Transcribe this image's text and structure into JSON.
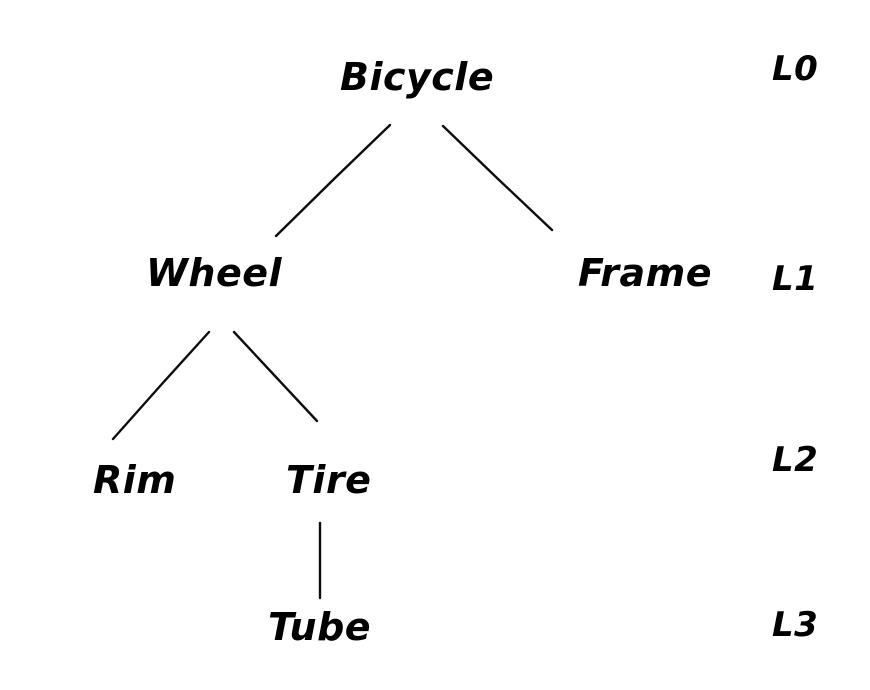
{
  "diagram": {
    "type": "hierarchy-tree",
    "style": "hand-drawn",
    "background_color": "#ffffff",
    "stroke_color": "#0d0d0d",
    "text_color": "#000000",
    "nodes": [
      {
        "id": "bicycle",
        "label": "Bicycle",
        "level": 0
      },
      {
        "id": "wheel",
        "label": "Wheel",
        "level": 1
      },
      {
        "id": "frame",
        "label": "Frame",
        "level": 1
      },
      {
        "id": "rim",
        "label": "Rim",
        "level": 2
      },
      {
        "id": "tire",
        "label": "Tire",
        "level": 2
      },
      {
        "id": "tube",
        "label": "Tube",
        "level": 3
      }
    ],
    "edges": [
      {
        "from": "bicycle",
        "to": "wheel"
      },
      {
        "from": "bicycle",
        "to": "frame"
      },
      {
        "from": "wheel",
        "to": "rim"
      },
      {
        "from": "wheel",
        "to": "tire"
      },
      {
        "from": "tire",
        "to": "tube"
      }
    ],
    "level_labels": [
      {
        "id": "l0",
        "label": "L0"
      },
      {
        "id": "l1",
        "label": "L1"
      },
      {
        "id": "l2",
        "label": "L2"
      },
      {
        "id": "l3",
        "label": "L3"
      }
    ]
  }
}
